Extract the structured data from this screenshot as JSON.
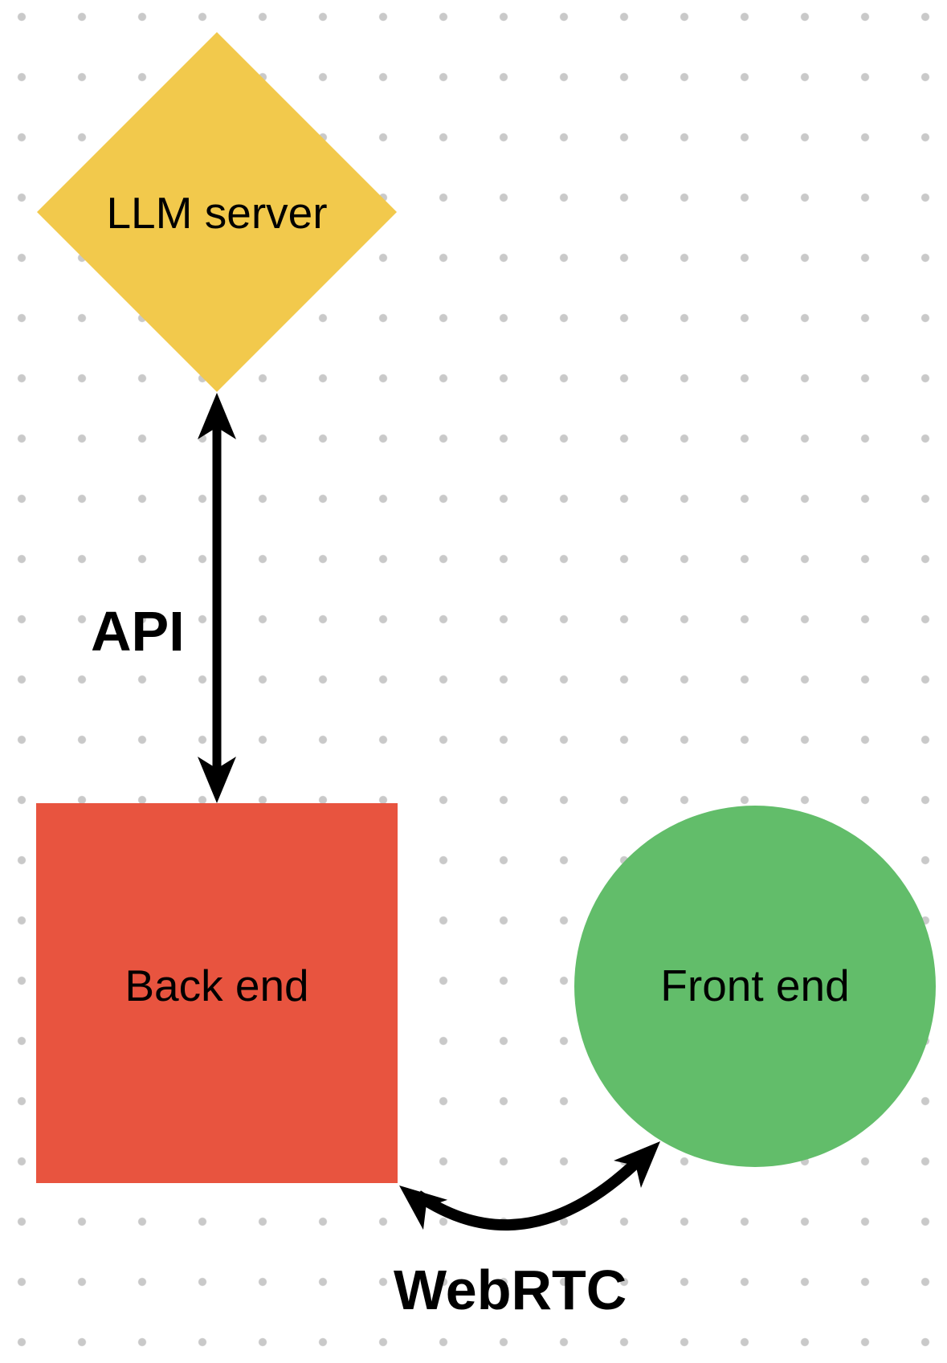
{
  "diagram": {
    "type": "flow-diagram",
    "background": "dot-grid",
    "nodes": {
      "llm_server": {
        "label": "LLM server",
        "shape": "diamond",
        "fill": "#F2C94C"
      },
      "back_end": {
        "label": "Back end",
        "shape": "square",
        "fill": "#E8543F"
      },
      "front_end": {
        "label": "Front end",
        "shape": "circle",
        "fill": "#62BD6A"
      }
    },
    "edges": {
      "api": {
        "label": "API",
        "type": "double-headed-arrow",
        "style": "straight",
        "from": "llm_server",
        "to": "back_end"
      },
      "webrtc": {
        "label": "WebRTC",
        "type": "double-headed-arrow",
        "style": "curved",
        "from": "back_end",
        "to": "front_end"
      }
    },
    "colors": {
      "arrow": "#000000",
      "label": "#000000",
      "dot_grid": "#c9c9c9"
    }
  }
}
